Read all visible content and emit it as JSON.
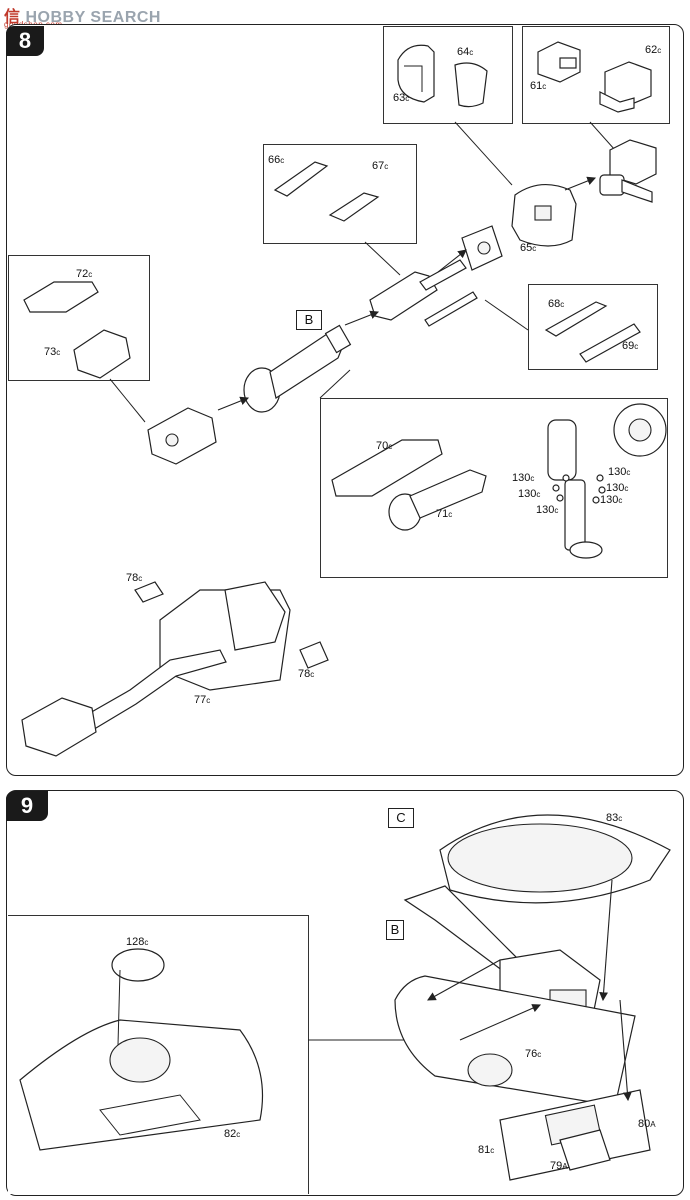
{
  "watermark": {
    "cn": "信",
    "mid": "HOBBY",
    "en": "SEARCH",
    "sub": "goodshop.com"
  },
  "step8": {
    "number": "8",
    "letter_b": "B",
    "labels": {
      "p64": "64",
      "p63": "63",
      "p62": "62",
      "p61": "61",
      "p66": "66",
      "p67": "67",
      "p65": "65",
      "p72": "72",
      "p73": "73",
      "p68": "68",
      "p69": "69",
      "p70": "70",
      "p71": "71",
      "p130": "130",
      "p78": "78",
      "p77": "77"
    },
    "suffix": "c"
  },
  "step9": {
    "number": "9",
    "letter_c": "C",
    "letter_b": "B",
    "labels": {
      "p83": "83",
      "p128": "128",
      "p76": "76",
      "p82": "82",
      "p80": "80",
      "p81": "81",
      "p79": "79"
    },
    "suffix_c": "c",
    "suffix_a": "A"
  }
}
